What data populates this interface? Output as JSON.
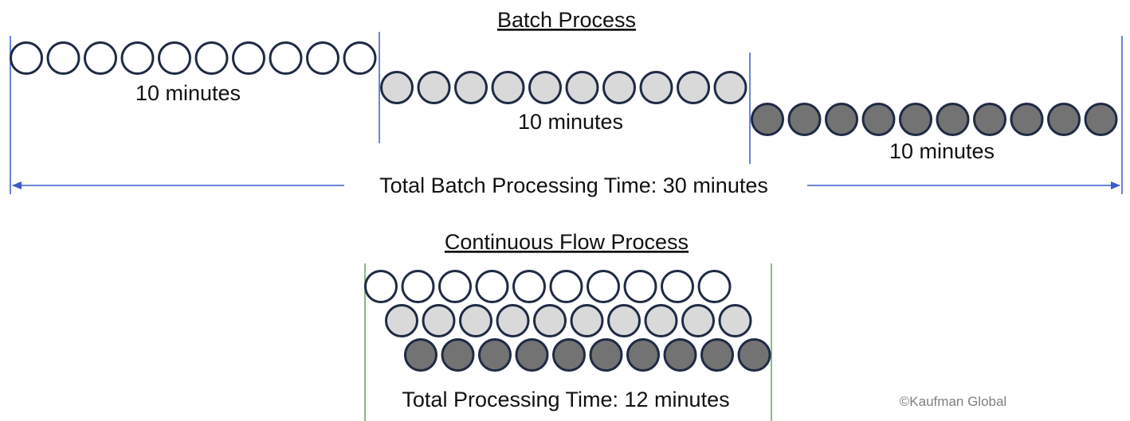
{
  "colors": {
    "empty": "#ffffff",
    "light": "#d9d9d9",
    "dark": "#737373",
    "stroke": "#1f2a44",
    "batch_line": "#3a5ccc",
    "flow_line": "#55aa55"
  },
  "batch": {
    "title": "Batch Process",
    "stages": [
      {
        "label": "10 minutes",
        "fill": "empty",
        "count": 10
      },
      {
        "label": "10 minutes",
        "fill": "light",
        "count": 10
      },
      {
        "label": "10 minutes",
        "fill": "dark",
        "count": 10
      }
    ],
    "total_label": "Total Batch Processing Time: 30 minutes"
  },
  "flow": {
    "title": "Continuous Flow Process",
    "rows": [
      {
        "fill": "empty",
        "count": 10
      },
      {
        "fill": "light",
        "count": 10
      },
      {
        "fill": "dark",
        "count": 10
      }
    ],
    "total_label": "Total Processing Time: 12 minutes"
  },
  "credit": "©Kaufman Global"
}
